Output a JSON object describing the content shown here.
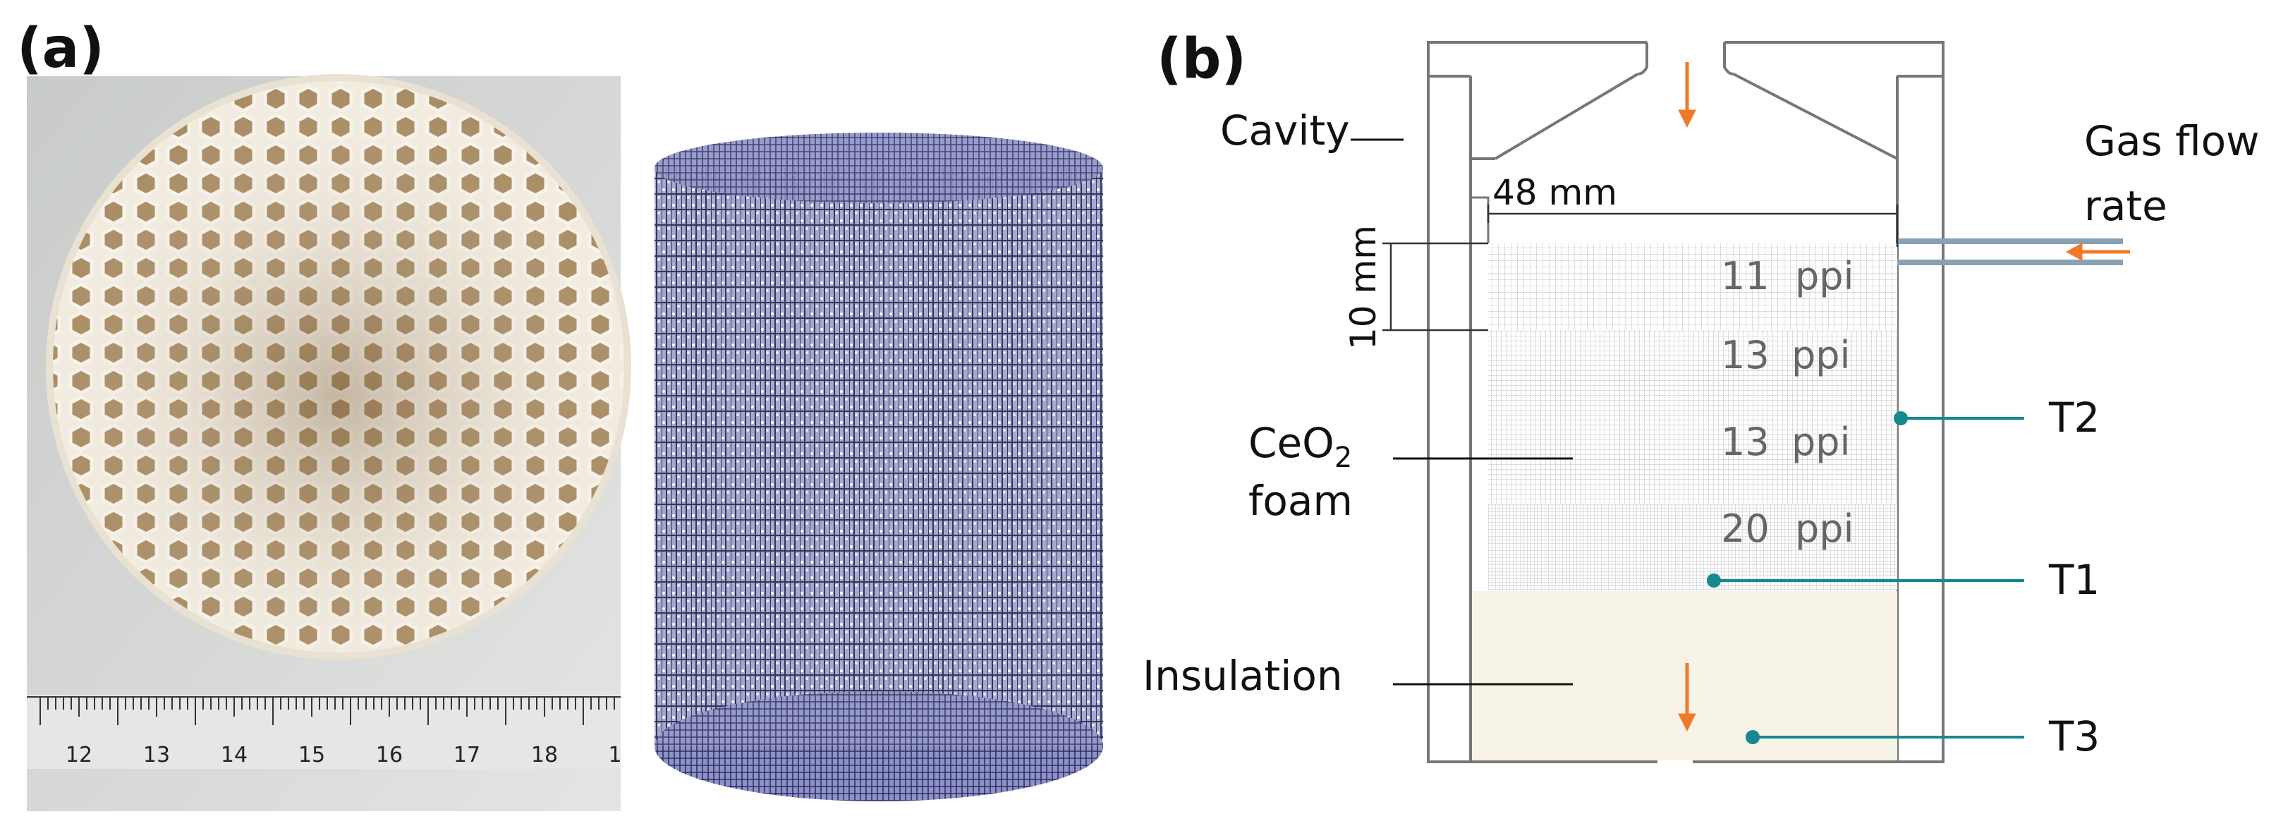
{
  "panel_a": {
    "label": "(a)",
    "ruler_numbers": [
      "12",
      "13",
      "14",
      "15",
      "16",
      "17",
      "18",
      "1"
    ]
  },
  "panel_b": {
    "label": "(b)",
    "labels": {
      "cavity": "Cavity",
      "gas_flow_line1": "Gas flow",
      "gas_flow_line2": "rate",
      "width": "48 mm",
      "height": "10 mm",
      "ceo2_base": "CeO",
      "ceo2_sub": "2",
      "foam": "foam",
      "insulation": "Insulation"
    },
    "layers": [
      {
        "value": "11",
        "unit": "ppi"
      },
      {
        "value": "13",
        "unit": "ppi"
      },
      {
        "value": "13",
        "unit": "ppi"
      },
      {
        "value": "20",
        "unit": "ppi"
      }
    ],
    "thermocouples": [
      "T2",
      "T1",
      "T3"
    ]
  },
  "colors": {
    "arrow": "#f07a28",
    "thermocouple": "#16898f",
    "insulation_fill": "#f7f3e6",
    "frame": "#777777",
    "mesh_blue": "#6f73a8"
  }
}
